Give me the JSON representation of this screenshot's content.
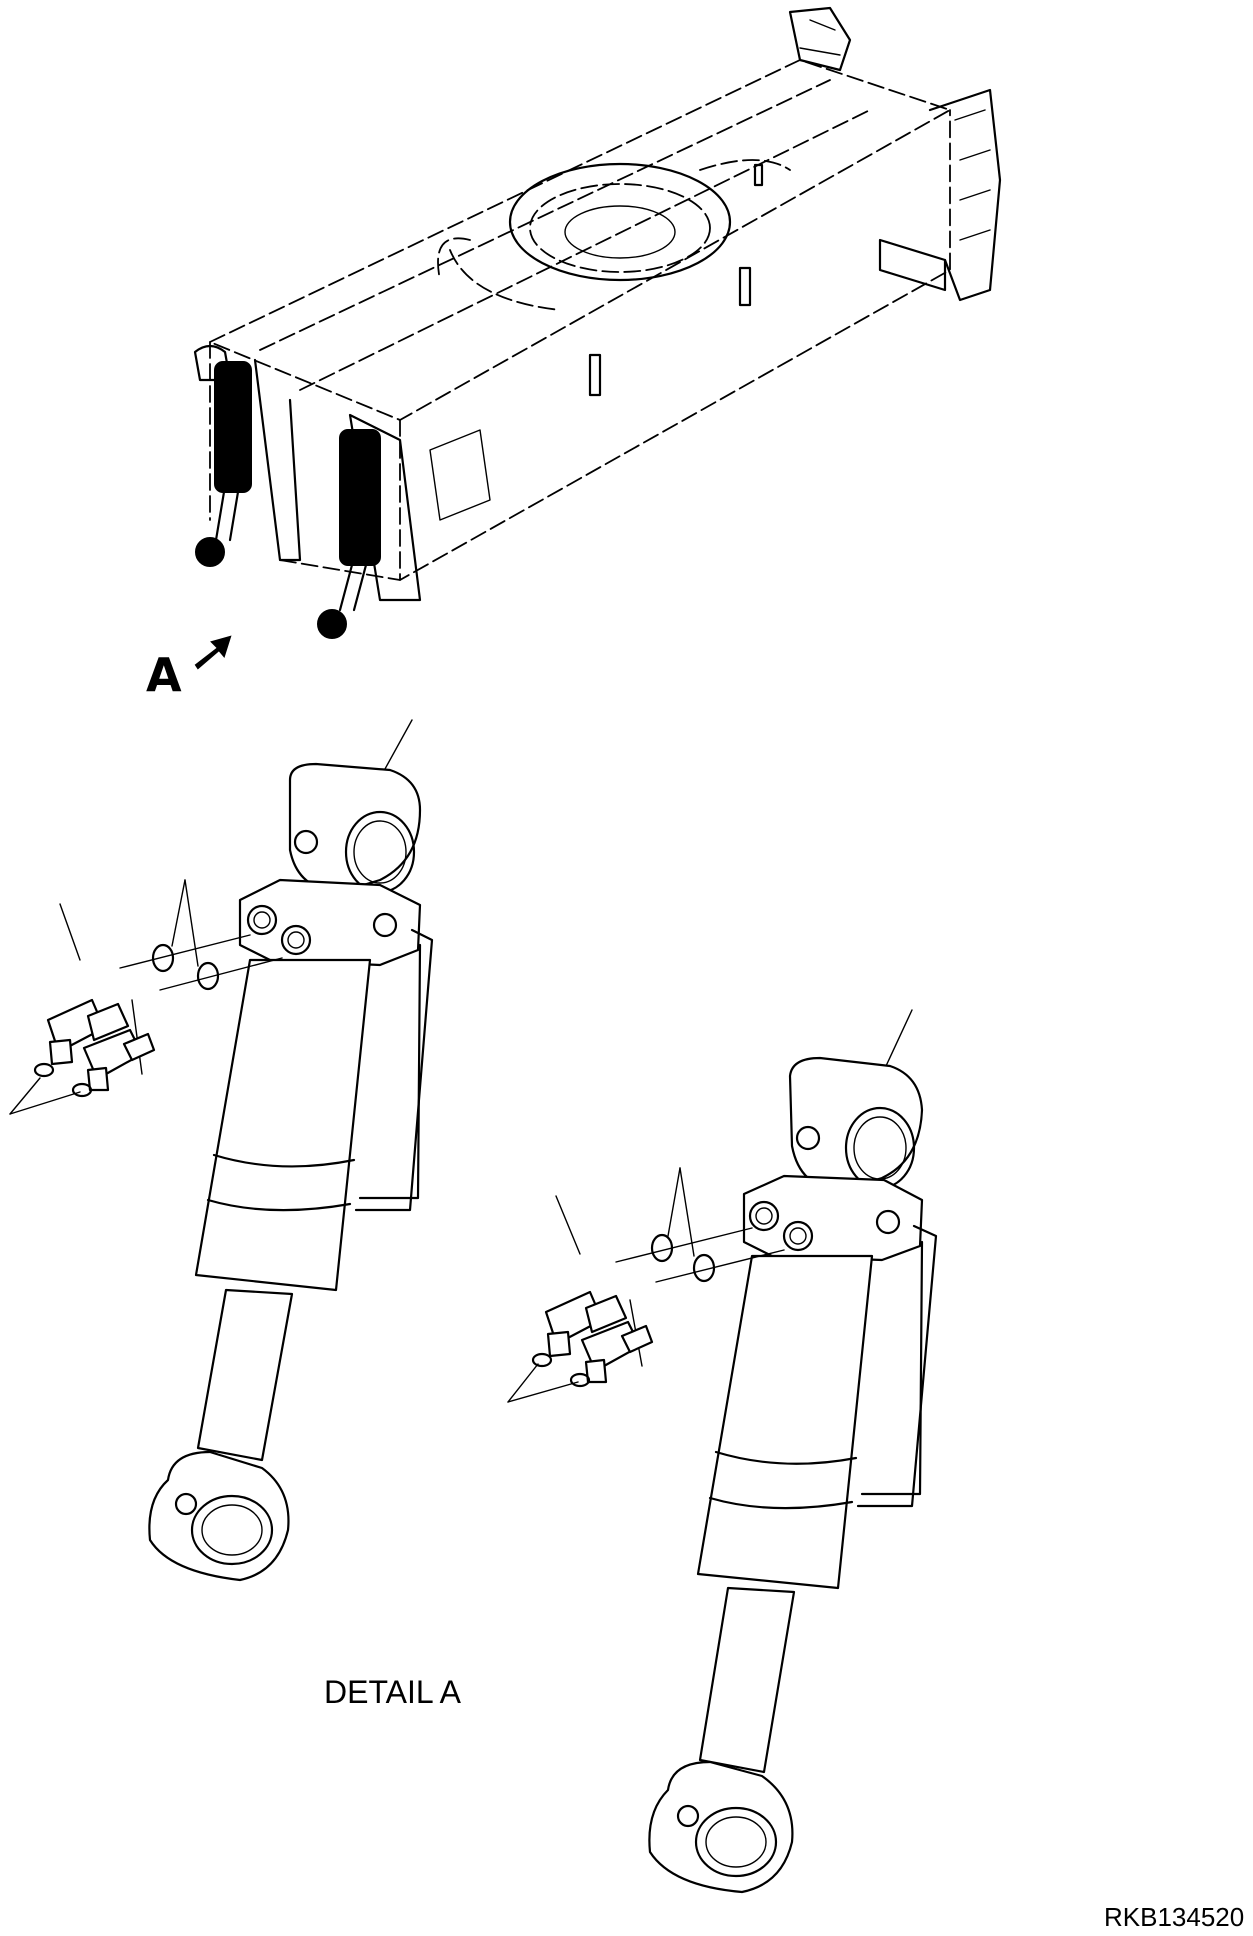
{
  "view_label": "A",
  "detail_label": "DETAIL A",
  "drawing_code": "RKB134520"
}
